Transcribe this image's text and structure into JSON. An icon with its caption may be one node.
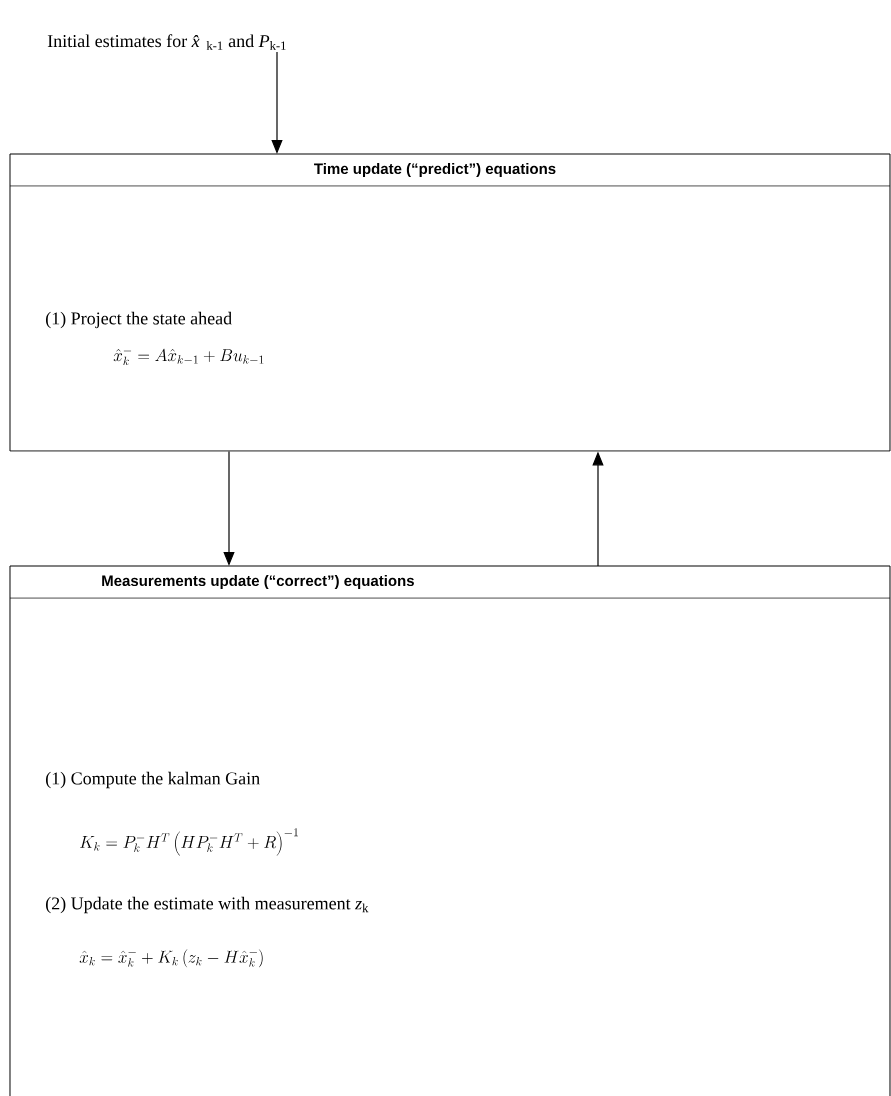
{
  "diagram": {
    "nodes": [
      {
        "text": [
          "Initial estimates for *x̂*$_{k-1}$ and *P*$_{k-1}$"
        ]
      },
      {
        "text": [
          "Time update (“predict”) equations",
          "(1) Project the state ahead",
          "\\hat{x}_k^- = A\\hat{x}_{k-1} + Bu_{k-1}"
        ]
      },
      {
        "text": [
          "Measurements update (“correct”) equations",
          "(1) Compute the kalman Gain",
          "K_k = P_k^- H^T \\left(HP_k^- H^T + R\\right)^{-1}",
          "(2) Update the estimate with measurement *z*$_{k}$",
          "\\hat{x}_k = \\hat{x}_k^- + K_k\\left(z_k - H\\hat{x}_k^-\\right)"
        ]
      }
    ],
    "edges": [
      {
        "from": 0,
        "to": 1,
        "arrow": "to"
      },
      {
        "from": 1,
        "to": 2,
        "arrow": "to"
      },
      {
        "from": 2,
        "to": 1,
        "arrow": "to"
      }
    ]
  }
}
